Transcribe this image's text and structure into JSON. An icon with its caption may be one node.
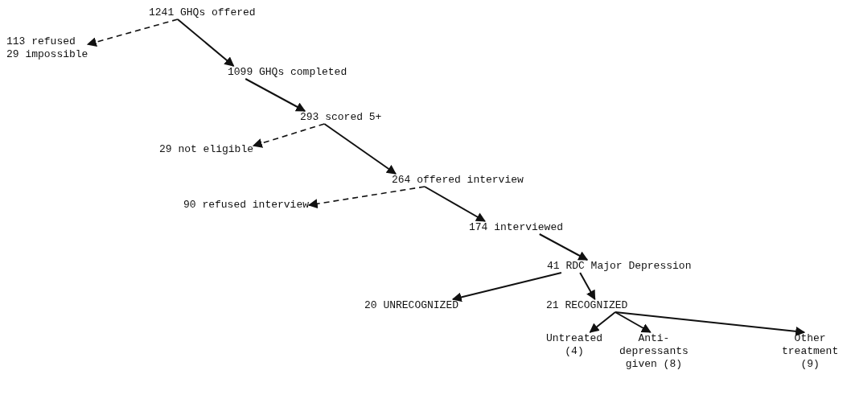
{
  "diagram": {
    "nodes": [
      {
        "text": [
          "1241 GHQs offered"
        ]
      },
      {
        "text": [
          "113 refused 29 impossible"
        ]
      },
      {
        "text": [
          "1099 GHQs completed"
        ]
      },
      {
        "text": [
          "293 scored 5+"
        ]
      },
      {
        "text": [
          "29 not eligible"
        ]
      },
      {
        "text": [
          "264 offered interview"
        ]
      },
      {
        "text": [
          "90 refused interview"
        ]
      },
      {
        "text": [
          "174 interviewed"
        ]
      },
      {
        "text": [
          "41 RDC Major Depression"
        ]
      },
      {
        "text": [
          "20 UNRECOGNIZED"
        ]
      },
      {
        "text": [
          "21 RECOGNIZED"
        ]
      },
      {
        "text": [
          "Untreated (4)"
        ]
      },
      {
        "text": [
          "Anti- depressants given (8)"
        ]
      },
      {
        "text": [
          "Other treatment (9)"
        ]
      }
    ],
    "edges": [
      {
        "from": 0,
        "to": 1,
        "arrow": "to",
        "style": "dashed"
      },
      {
        "from": 0,
        "to": 2,
        "arrow": "to"
      },
      {
        "from": 2,
        "to": 3,
        "arrow": "to"
      },
      {
        "from": 3,
        "to": 4,
        "arrow": "to",
        "style": "dashed"
      },
      {
        "from": 3,
        "to": 5,
        "arrow": "to"
      },
      {
        "from": 5,
        "to": 6,
        "arrow": "to",
        "style": "dashed"
      },
      {
        "from": 5,
        "to": 7,
        "arrow": "to"
      },
      {
        "from": 7,
        "to": 8,
        "arrow": "to"
      },
      {
        "from": 8,
        "to": 9,
        "arrow": "to"
      },
      {
        "from": 8,
        "to": 10,
        "arrow": "to"
      },
      {
        "from": 10,
        "to": 11,
        "arrow": "to"
      },
      {
        "from": 10,
        "to": 12,
        "arrow": "to"
      },
      {
        "from": 10,
        "to": 13,
        "arrow": "to"
      }
    ]
  }
}
